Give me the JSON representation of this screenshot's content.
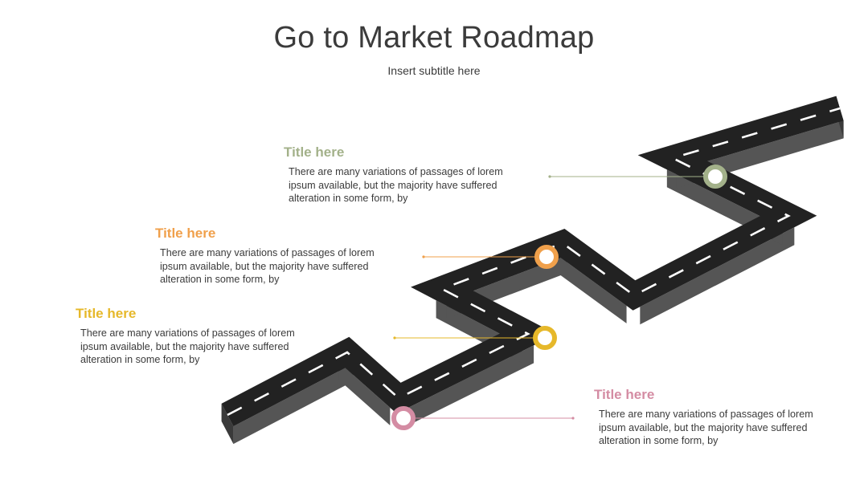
{
  "header": {
    "title": "Go to Market Roadmap",
    "subtitle": "Insert subtitle here"
  },
  "colors": {
    "green": "#a3b18a",
    "orange": "#f0a04b",
    "yellow": "#e6b82a",
    "pink": "#d48ca3",
    "road_top": "#222222",
    "road_side": "#555555",
    "road_dash": "#ffffff",
    "text": "#3b3b3b"
  },
  "milestones": [
    {
      "title": "Title here",
      "text": "There are many variations of passages of lorem ipsum available, but the majority have suffered alteration in some form, by",
      "color": "#a3b18a"
    },
    {
      "title": "Title here",
      "text": "There are many variations of passages of lorem ipsum available, but the majority have suffered alteration in some form, by",
      "color": "#f0a04b"
    },
    {
      "title": "Title here",
      "text": "There are many variations of passages of lorem ipsum available, but the majority have suffered alteration in some form, by",
      "color": "#e6b82a"
    },
    {
      "title": "Title here",
      "text": "There are many variations of passages of lorem ipsum available, but the majority have suffered alteration in some form, by",
      "color": "#d48ca3"
    }
  ]
}
